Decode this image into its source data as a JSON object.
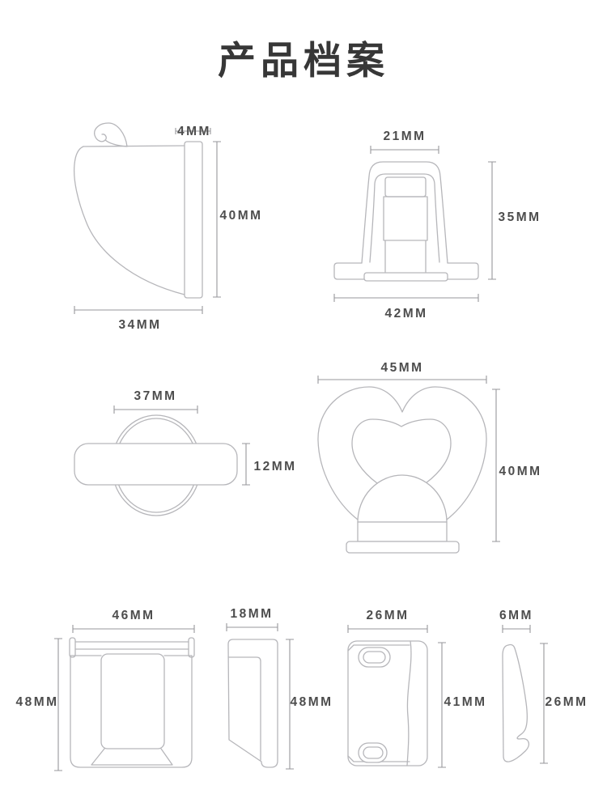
{
  "title": "产品档案",
  "drawings": {
    "hook_side_view": {
      "top_width": "4MM",
      "right_height": "40MM",
      "bottom_width": "34MM"
    },
    "hook_front_view": {
      "top_width": "21MM",
      "right_height": "35MM",
      "bottom_width": "42MM"
    },
    "hook_top_view": {
      "top_width": "37MM",
      "right_height": "12MM"
    },
    "heart_hook_front_view": {
      "top_width": "45MM",
      "right_height": "40MM"
    },
    "square_hook_front_view": {
      "top_width": "46MM",
      "left_height": "48MM"
    },
    "hook_side_profile_view": {
      "top_width": "18MM",
      "right_height": "48MM"
    },
    "mounting_plate_view": {
      "top_width": "26MM",
      "right_height": "41MM"
    },
    "thin_side_profile_view": {
      "top_width": "6MM",
      "right_height": "26MM"
    }
  },
  "colors": {
    "title_text": "#373737",
    "dimension_text": "#4d4d4d",
    "outline": "#b6b6ba",
    "dimension_line": "#97979b",
    "background": "#ffffff"
  }
}
